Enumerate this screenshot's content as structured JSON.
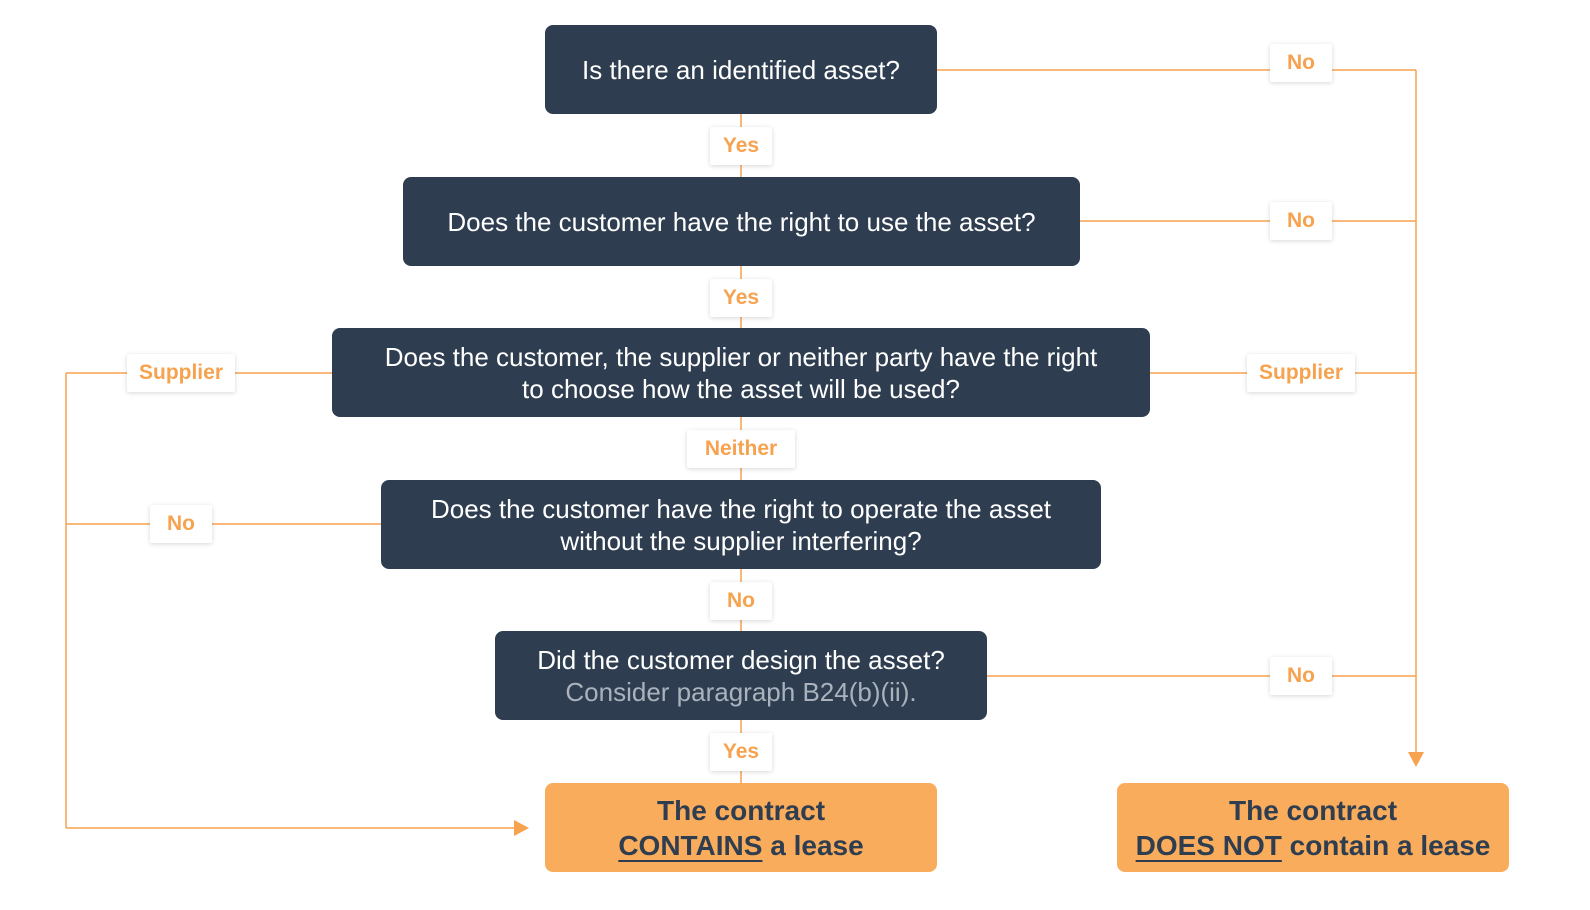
{
  "colors": {
    "node_fill": "#2e3d4f",
    "node_text": "#ffffff",
    "node_subtext": "#aab3bd",
    "result_fill": "#f9ac5b",
    "result_text": "#2e3d4f",
    "connector": "#f6a24f",
    "label_text": "#f6a24f"
  },
  "nodes": {
    "q1": {
      "text": "Is there an identified asset?"
    },
    "q2": {
      "text": "Does the customer have the right to use the asset?"
    },
    "q3": {
      "line1": "Does the customer, the supplier or neither party have the right",
      "line2": "to choose how the asset will be used?"
    },
    "q4": {
      "line1": "Does the customer have the right to operate the asset",
      "line2": "without the supplier interfering?"
    },
    "q5": {
      "line1": "Did the customer design the asset?",
      "line2": "Consider paragraph B24(b)(ii)."
    }
  },
  "results": {
    "contains": {
      "line1": "The contract",
      "emph": "CONTAINS",
      "rest": " a lease"
    },
    "not_contains": {
      "line1": "The contract",
      "emph": "DOES NOT",
      "rest": " contain a lease"
    }
  },
  "labels": {
    "q1_yes": "Yes",
    "q1_no": "No",
    "q2_yes": "Yes",
    "q2_no": "No",
    "q3_neither": "Neither",
    "q3_supplier_left": "Supplier",
    "q3_supplier_right": "Supplier",
    "q4_no_down": "No",
    "q4_no_left": "No",
    "q5_yes": "Yes",
    "q5_no": "No"
  }
}
